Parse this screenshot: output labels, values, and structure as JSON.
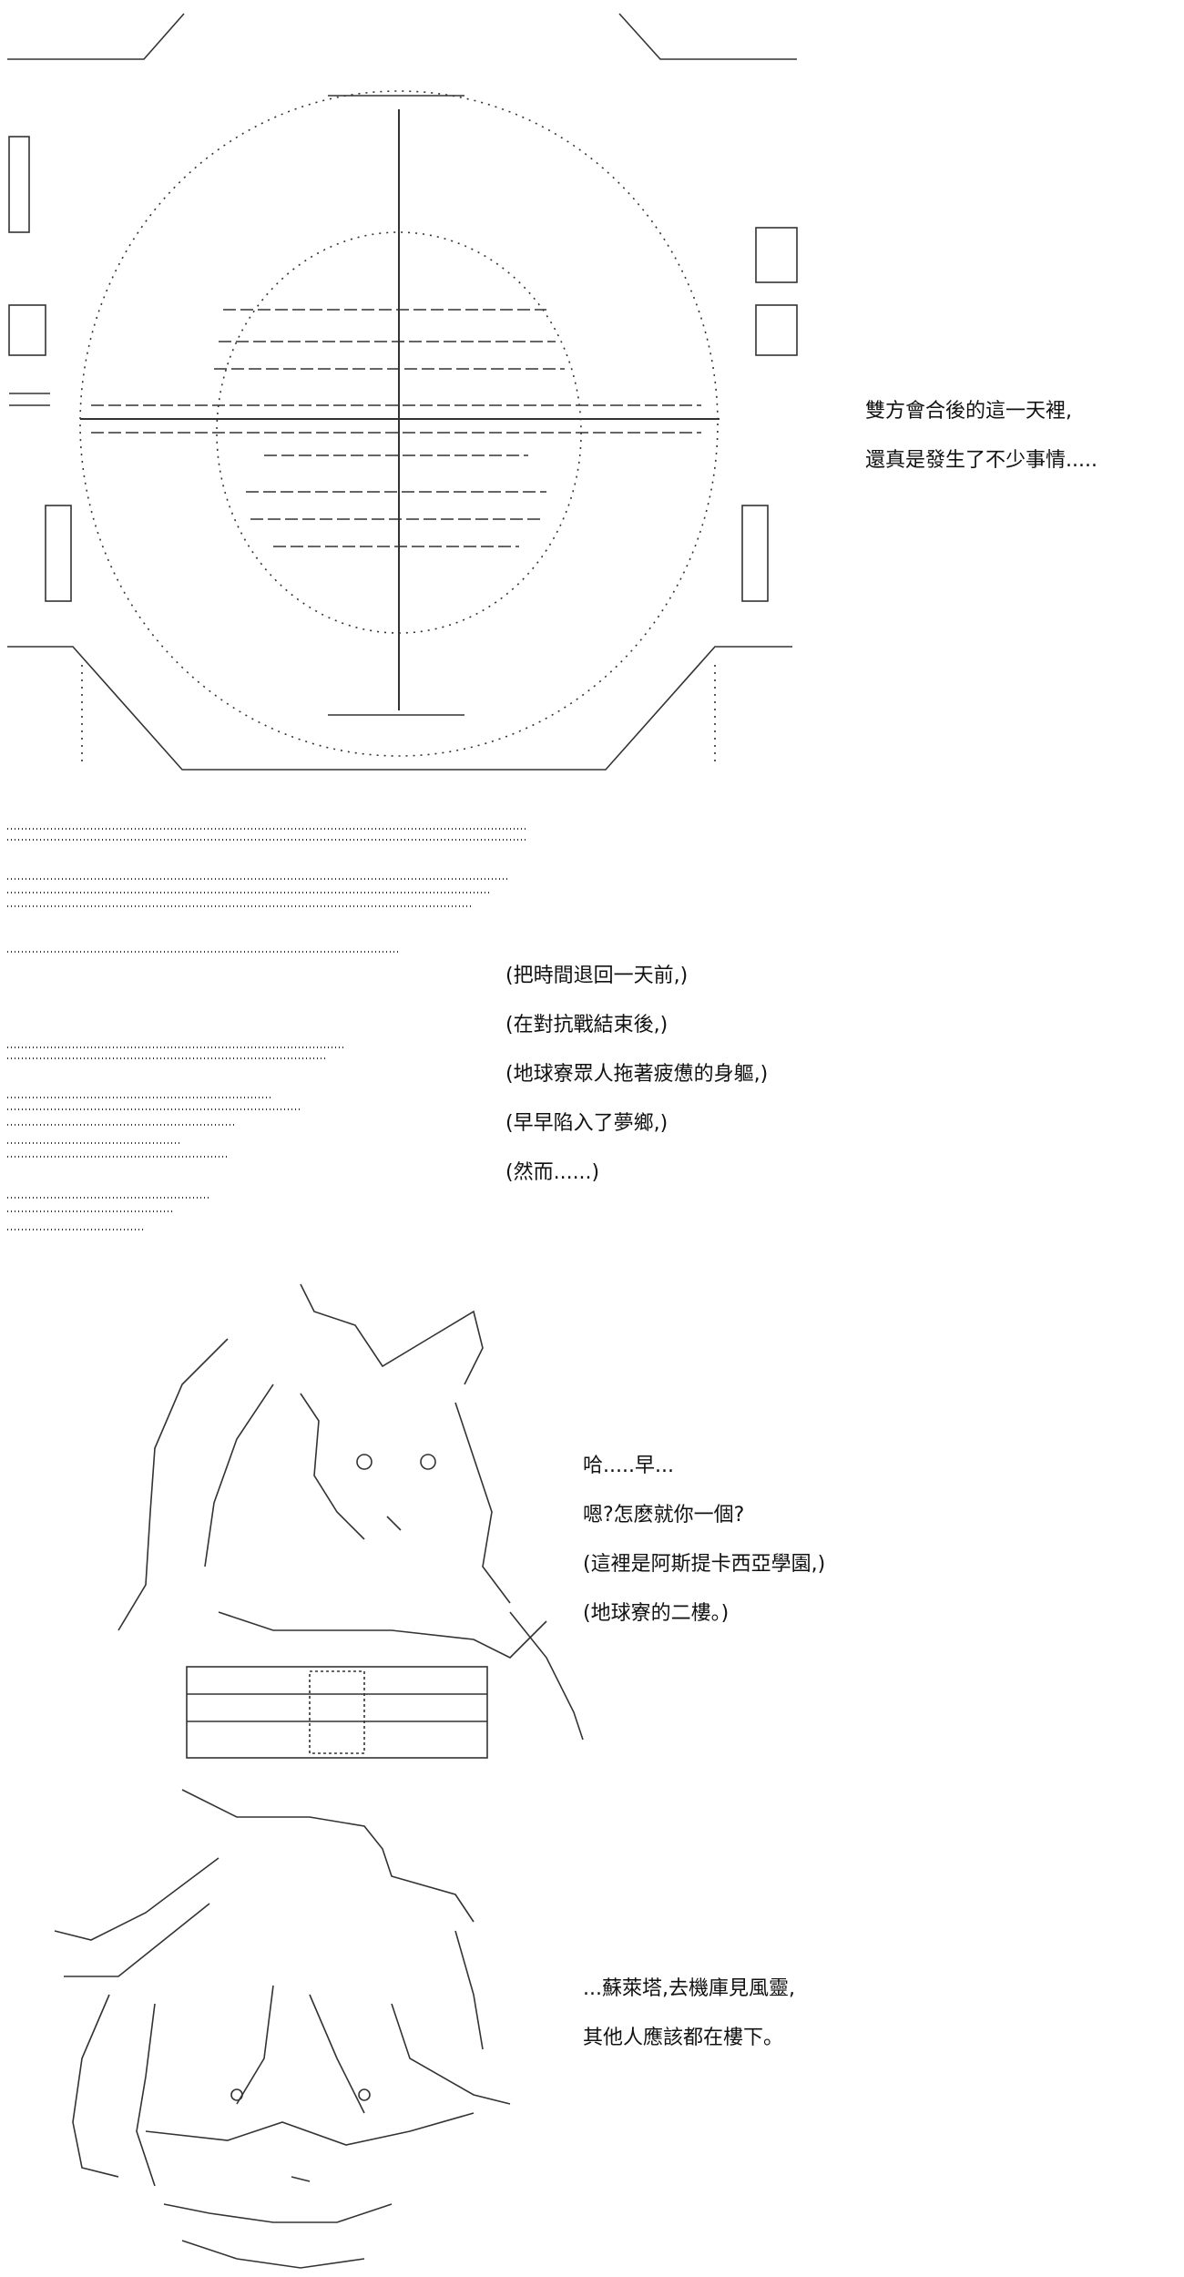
{
  "panel1": {
    "lines": [
      "雙方會合後的這一天裡,",
      "還真是發生了不少事情....."
    ]
  },
  "panel2": {
    "lines": [
      "(把時間退回一天前,)",
      "(在對抗戰結束後,)",
      "(地球寮眾人拖著疲憊的身軀,)",
      "(早早陷入了夢鄉,)",
      "(然而......)"
    ]
  },
  "panel3": {
    "lines": [
      "哈.....早...",
      "嗯?怎麽就你一個?",
      "(這裡是阿斯提卡西亞學園,)",
      "(地球寮的二樓。)"
    ]
  },
  "panel4": {
    "lines": [
      "...蘇萊塔,去機庫見風靈,",
      "其他人應該都在樓下。"
    ]
  }
}
